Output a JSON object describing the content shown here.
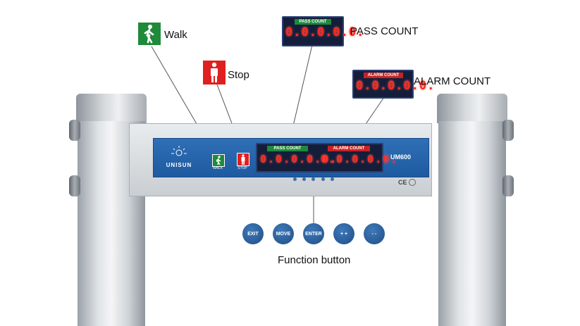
{
  "brand": "UNISUN",
  "model": "UM600",
  "certification": "CE",
  "indicators": {
    "walk": {
      "label": "Walk",
      "panel_label": "WALK",
      "color": "#1e8a3a"
    },
    "stop": {
      "label": "Stop",
      "panel_label": "STOP",
      "color": "#e02020"
    }
  },
  "counters": {
    "pass": {
      "header": "PASS COUNT",
      "digits": "0.0.0.0.0.",
      "callout": "PASS COUNT",
      "header_color": "#1e8a3a"
    },
    "alarm": {
      "header": "ALARM COUNT",
      "digits": "0.0.0.0.0.",
      "callout": "ALARM COUNT",
      "header_color": "#c62424"
    }
  },
  "function_buttons": [
    {
      "label": "EXIT"
    },
    {
      "label": "MOVE"
    },
    {
      "label": "ENTER"
    },
    {
      "label": "+ +"
    },
    {
      "label": "- -"
    }
  ],
  "function_caption": "Function button"
}
